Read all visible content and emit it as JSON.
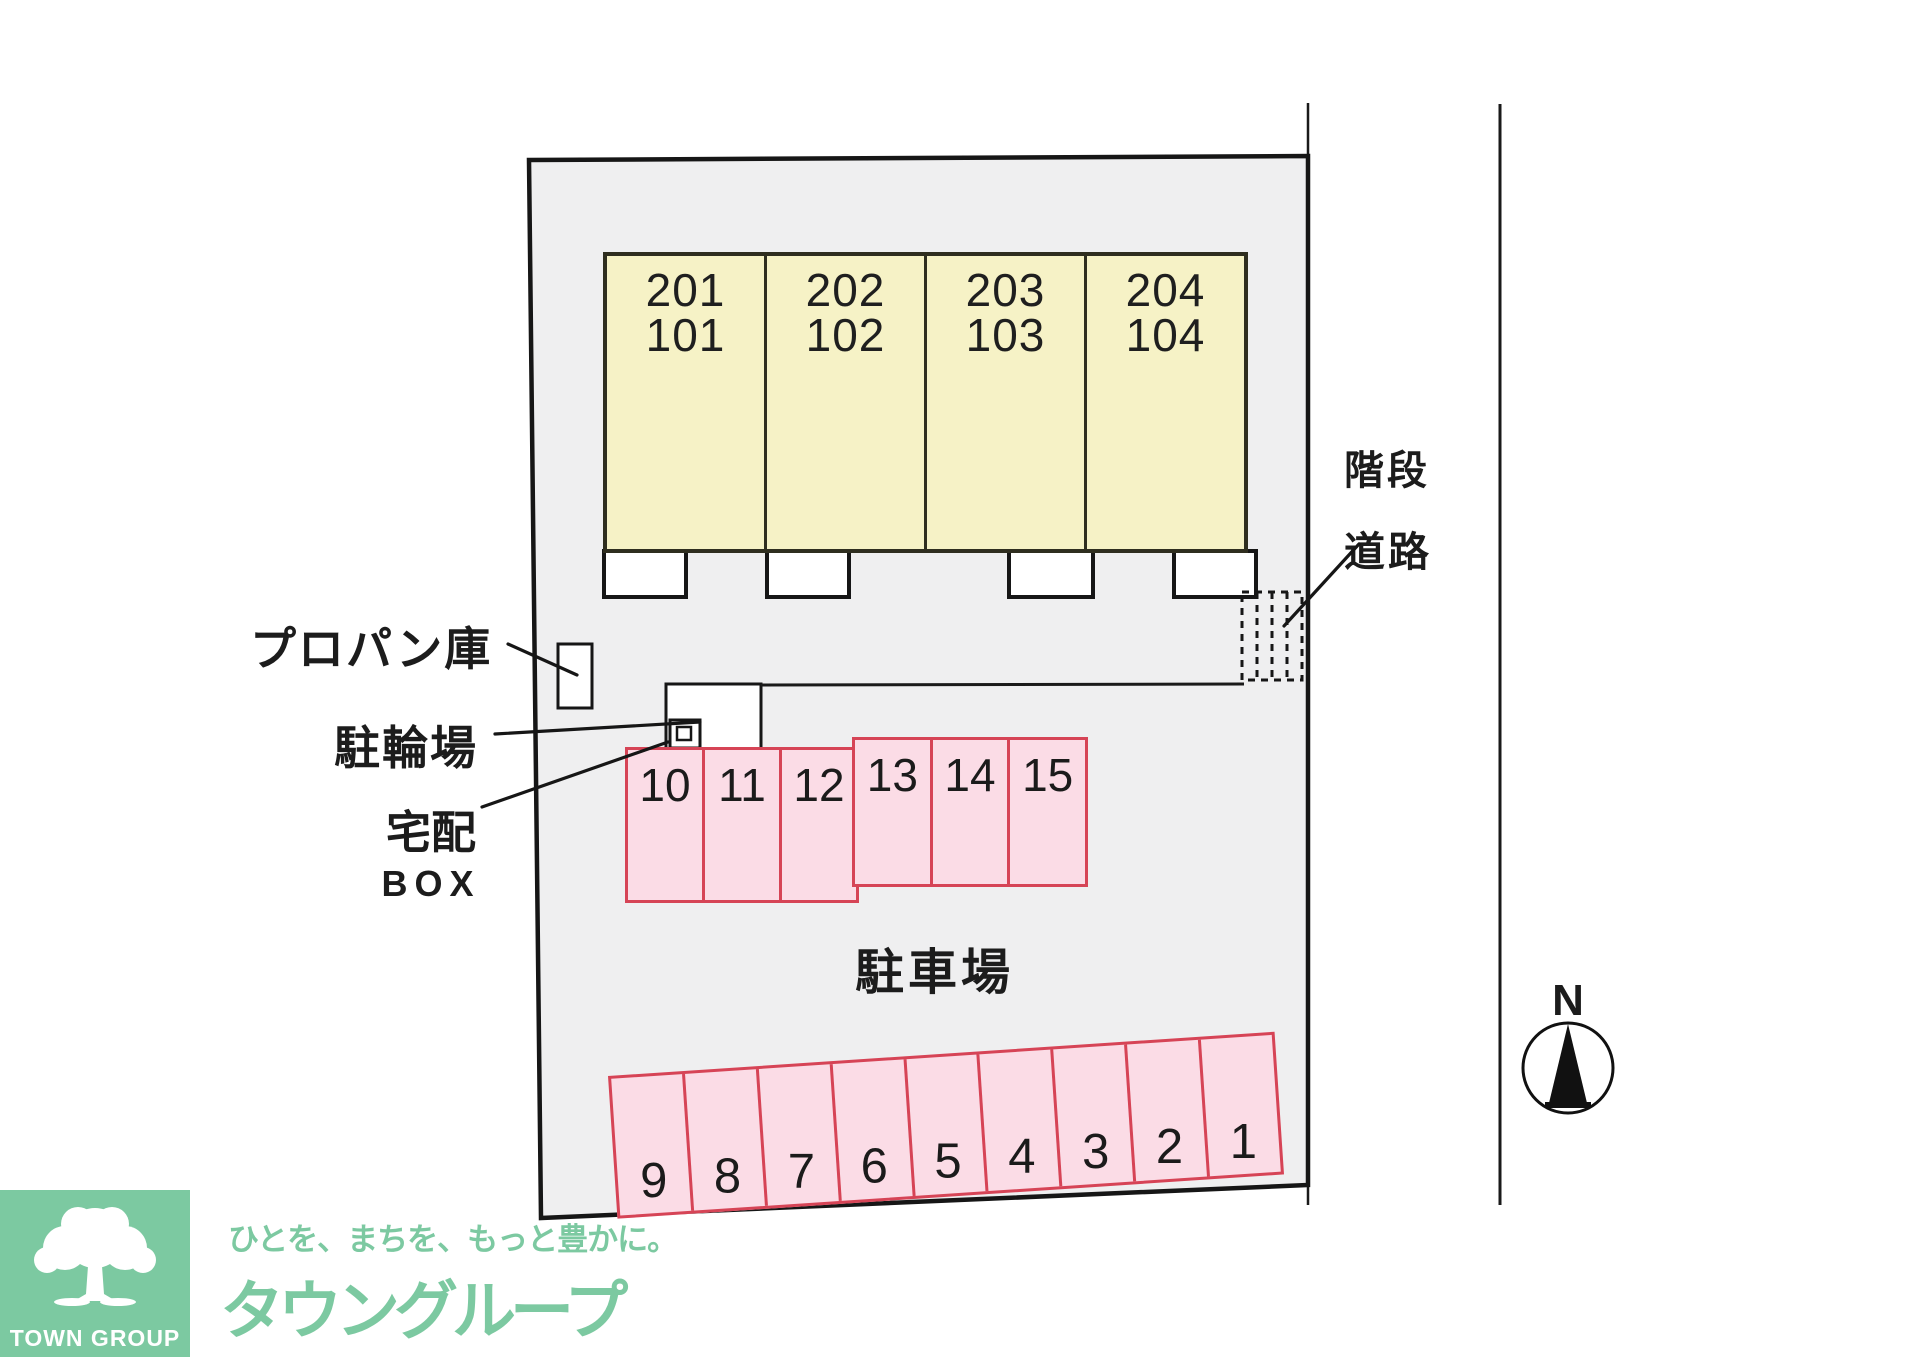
{
  "diagram": {
    "building": {
      "units": [
        {
          "upper": "201",
          "lower": "101"
        },
        {
          "upper": "202",
          "lower": "102"
        },
        {
          "upper": "203",
          "lower": "103"
        },
        {
          "upper": "204",
          "lower": "104"
        }
      ]
    },
    "parking": {
      "area_label": "駐車場",
      "upper_row": [
        "10",
        "11",
        "12",
        "13",
        "14",
        "15"
      ],
      "lower_row": [
        "9",
        "8",
        "7",
        "6",
        "5",
        "4",
        "3",
        "2",
        "1"
      ]
    },
    "labels": {
      "propane": "プロパン庫",
      "bicycle": "駐輪場",
      "delivery_box_line1": "宅配",
      "delivery_box_line2": "BOX",
      "stairs": "階段",
      "road": "道路"
    },
    "compass": {
      "north": "N"
    }
  },
  "footer": {
    "logo_text": "TOWN GROUP",
    "tagline": "ひとを、まちを、もっと豊かに。",
    "brand": "タウングループ"
  },
  "colors": {
    "brand_green": "#7cc9a1",
    "building_fill": "#f6f2c6",
    "building_border": "#2f2e1f",
    "parking_fill": "#fbdce6",
    "parking_border": "#d64456",
    "site_fill": "#efeff0",
    "line": "#1a1a1a",
    "text": "#1c1c1c"
  }
}
